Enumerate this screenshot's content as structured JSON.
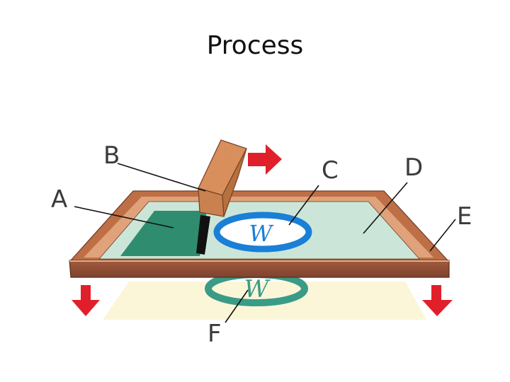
{
  "title": "Process",
  "labels": {
    "a": "A",
    "b": "B",
    "c": "C",
    "d": "D",
    "e": "E",
    "f": "F"
  },
  "stencil_glyph": "W",
  "colors": {
    "frame": "#b8683f",
    "frame_edge": "#8f4f34",
    "mesh": "#cbe6d8",
    "ink": "#2e8a6e",
    "squeegee": "#cf8d58",
    "arrow": "#e11f2b",
    "stencil_ring": "#1a7fd6",
    "print_area": "#fbf6d8",
    "print_ink": "#3a9b87"
  }
}
